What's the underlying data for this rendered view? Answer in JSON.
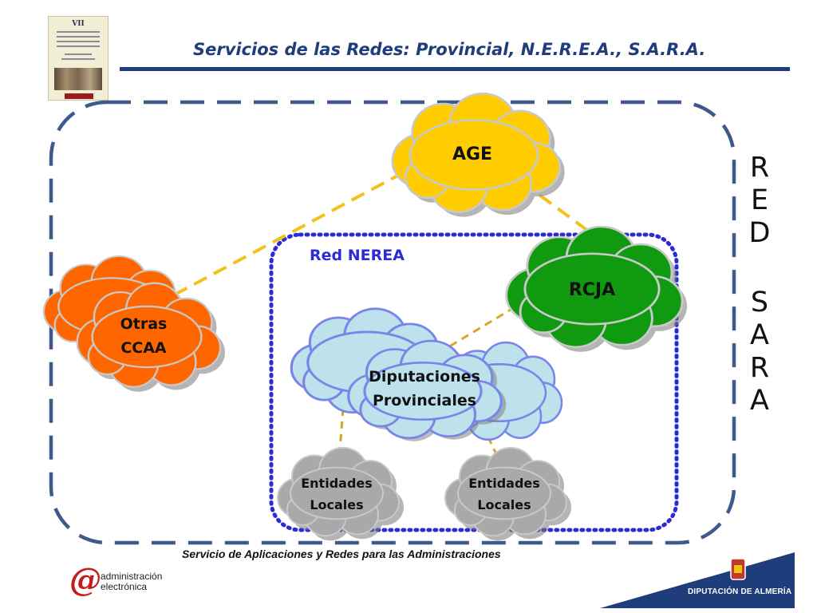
{
  "title": "Servicios de las Redes: Provincial, N.E.R.E.A., S.A.R.A.",
  "cover": {
    "roman_numeral": "VII"
  },
  "side_label": {
    "word1": [
      "R",
      "E",
      "D"
    ],
    "word2": [
      "S",
      "A",
      "R",
      "A"
    ]
  },
  "nerea_label": "Red NEREA",
  "nodes": {
    "age": {
      "label": "AGE",
      "color": "#ffcc00"
    },
    "rcja": {
      "label": "RCJA",
      "color": "#0f9a0f"
    },
    "otras_ccaa": {
      "line1": "Otras",
      "line2": "CCAA",
      "color": "#ff6600"
    },
    "diputaciones": {
      "line1": "Diputaciones",
      "line2": "Provinciales",
      "color": "#bde2ec"
    },
    "entidades_1": {
      "line1": "Entidades",
      "line2": "Locales",
      "color": "#a9a9a9"
    },
    "entidades_2": {
      "line1": "Entidades",
      "line2": "Locales",
      "color": "#a9a9a9"
    }
  },
  "colors": {
    "sara_border": "#3d5a8a",
    "nerea_border": "#2c2cd6",
    "connector": "#f2c21a",
    "connector_dark": "#d9a520",
    "title_blue": "#1f3d7a"
  },
  "footer": {
    "caption": "Servicio de Aplicaciones y Redes para las Administraciones",
    "logo_left_line1": "administración",
    "logo_left_line2": "electrónica",
    "logo_right": "DIPUTACIÓN DE ALMERÍA"
  }
}
